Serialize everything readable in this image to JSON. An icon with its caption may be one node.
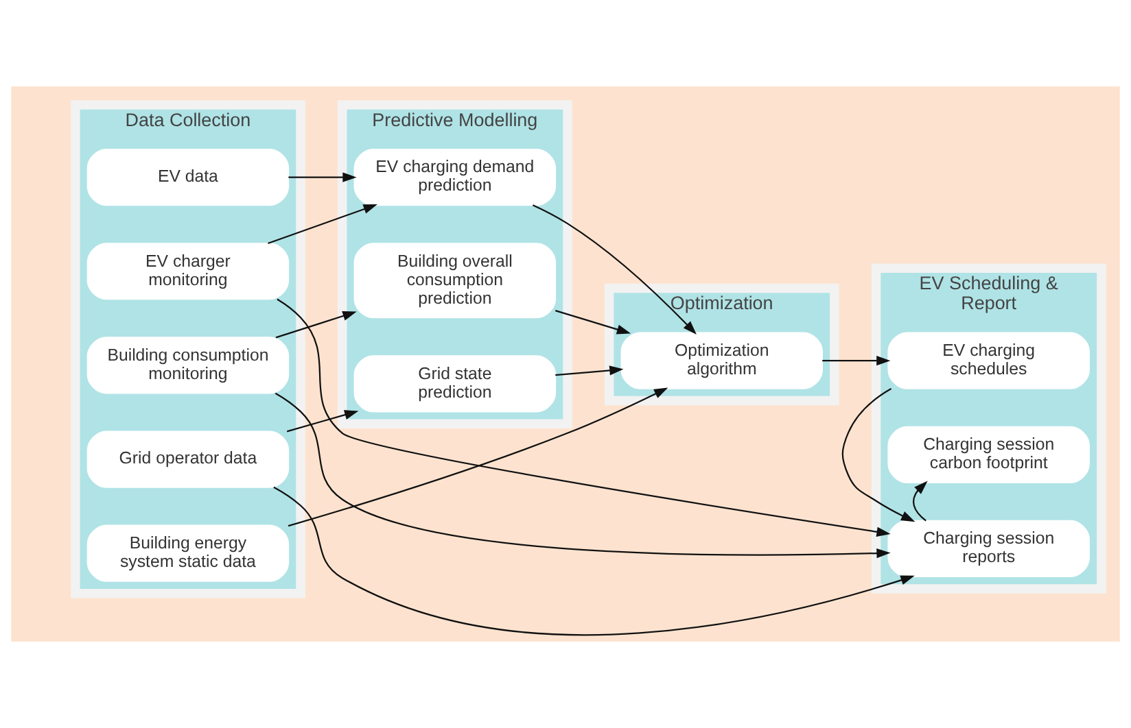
{
  "diagram": {
    "nodes": [
      {
        "text": [
          "Data Collection"
        ]
      },
      {
        "text": [
          "Grid operator data"
        ],
        "in": 0
      },
      {
        "text": [
          "Building consumption monitoring"
        ],
        "in": 0
      },
      {
        "text": [
          "Building energy system static data"
        ],
        "in": 0
      },
      {
        "text": [
          "EV charger monitoring"
        ],
        "in": 0
      },
      {
        "text": [
          "EV data"
        ],
        "in": 0
      },
      {
        "text": [
          "Predictive Modelling"
        ]
      },
      {
        "text": [
          "Grid state prediction"
        ],
        "in": 6
      },
      {
        "text": [
          "Building overall consumption prediction"
        ],
        "in": 6
      },
      {
        "text": [
          "EV charging demand prediction"
        ],
        "in": 6
      },
      {
        "text": [
          "Optimization"
        ]
      },
      {
        "text": [
          "Optimization algorithm"
        ],
        "in": 10
      },
      {
        "text": [
          "EV Scheduling & Report"
        ]
      },
      {
        "text": [
          "EV charging schedules"
        ],
        "in": 12
      },
      {
        "text": [
          "Charging session reports"
        ],
        "in": 12
      },
      {
        "text": [
          "Charging session carbon footprint"
        ],
        "in": 12
      }
    ],
    "edges": [
      {
        "from": 1,
        "to": 7,
        "arrow": "to"
      },
      {
        "from": 1,
        "to": 14,
        "arrow": "to"
      },
      {
        "from": 2,
        "to": 14,
        "arrow": "to"
      },
      {
        "from": 2,
        "to": 8,
        "arrow": "to"
      },
      {
        "from": 3,
        "to": 11,
        "arrow": "to"
      },
      {
        "from": 4,
        "to": 14,
        "arrow": "to"
      },
      {
        "from": 4,
        "to": 9,
        "arrow": "to"
      },
      {
        "from": 5,
        "to": 9,
        "arrow": "to"
      },
      {
        "from": 7,
        "to": 11,
        "arrow": "to"
      },
      {
        "from": 8,
        "to": 11,
        "arrow": "to"
      },
      {
        "from": 9,
        "to": 11,
        "arrow": "to"
      },
      {
        "from": 11,
        "to": 13,
        "arrow": "to"
      },
      {
        "from": 13,
        "to": 14,
        "arrow": "to"
      },
      {
        "from": 14,
        "to": 15,
        "arrow": "to"
      }
    ]
  }
}
